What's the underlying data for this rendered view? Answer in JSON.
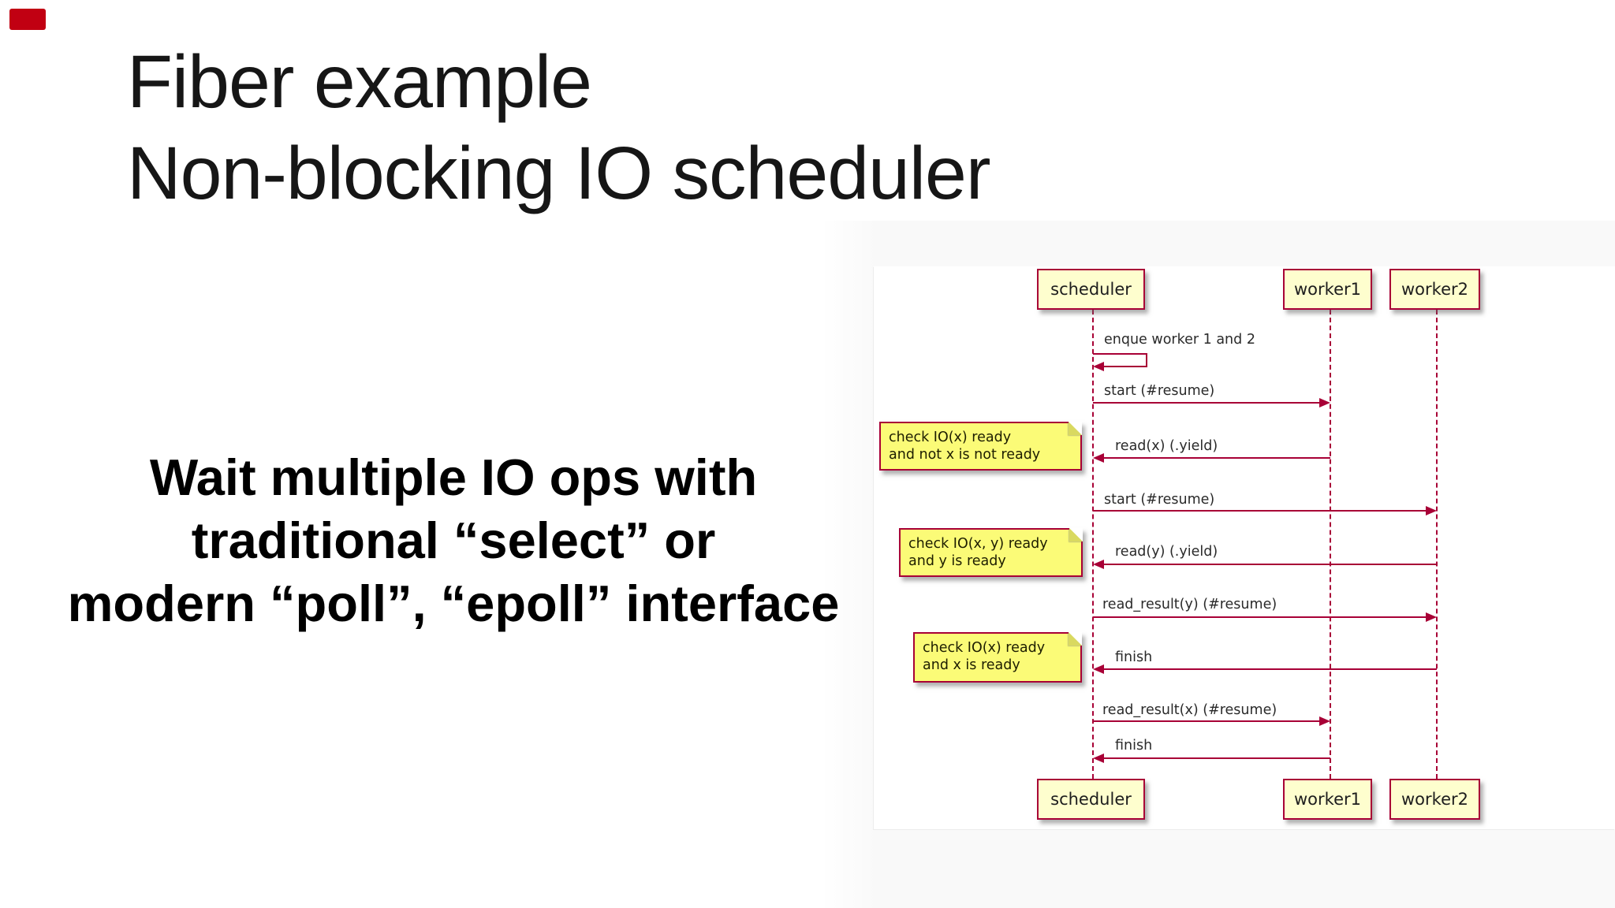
{
  "badge": {
    "color": "#c10012"
  },
  "title": {
    "line1": "Fiber example",
    "line2": "Non-blocking IO scheduler"
  },
  "body_text": {
    "line1": "Wait multiple IO ops with",
    "line2": "traditional “select” or",
    "line3": "modern “poll”, “epoll” interface"
  },
  "diagram": {
    "actors": [
      {
        "id": "scheduler",
        "label": "scheduler"
      },
      {
        "id": "worker1",
        "label": "worker1"
      },
      {
        "id": "worker2",
        "label": "worker2"
      }
    ],
    "messages": [
      {
        "label": "enque worker 1 and 2",
        "from": "scheduler",
        "to": "scheduler",
        "type": "self"
      },
      {
        "label": "start (#resume)",
        "from": "scheduler",
        "to": "worker1",
        "type": "call"
      },
      {
        "label": "read(x) (.yield)",
        "from": "worker1",
        "to": "scheduler",
        "type": "return"
      },
      {
        "label": "start (#resume)",
        "from": "scheduler",
        "to": "worker2",
        "type": "call"
      },
      {
        "label": "read(y) (.yield)",
        "from": "worker2",
        "to": "scheduler",
        "type": "return"
      },
      {
        "label": "read_result(y) (#resume)",
        "from": "scheduler",
        "to": "worker2",
        "type": "call"
      },
      {
        "label": "finish",
        "from": "worker2",
        "to": "scheduler",
        "type": "return"
      },
      {
        "label": "read_result(x) (#resume)",
        "from": "scheduler",
        "to": "worker1",
        "type": "call"
      },
      {
        "label": "finish",
        "from": "worker1",
        "to": "scheduler",
        "type": "return"
      }
    ],
    "notes": [
      {
        "lines": [
          "check IO(x) ready",
          "and not x is not ready"
        ]
      },
      {
        "lines": [
          "check IO(x, y) ready",
          "and y is ready"
        ]
      },
      {
        "lines": [
          "check IO(x) ready",
          "and x is ready"
        ]
      }
    ],
    "colors": {
      "accent": "#a80036",
      "actor_fill": "#fefece",
      "note_fill": "#fbfb77",
      "text": "#2a2a2a"
    }
  }
}
